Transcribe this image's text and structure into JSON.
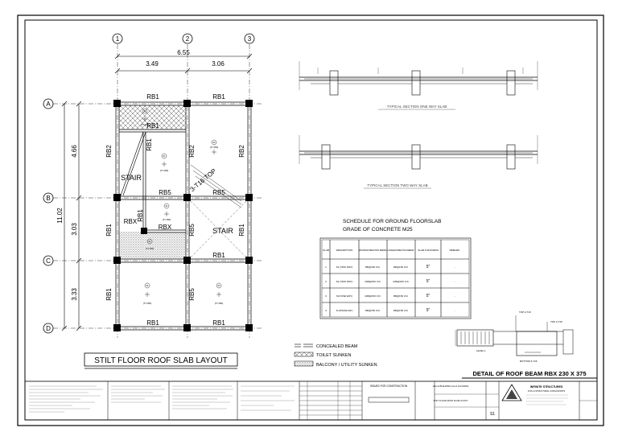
{
  "grid": {
    "columns": [
      "1",
      "2",
      "3"
    ],
    "rows": [
      "A",
      "B",
      "C",
      "D"
    ],
    "overall_width": "6.55",
    "bay_widths": [
      "3.49",
      "3.06"
    ],
    "overall_height": "11.02",
    "bay_heights": [
      "4.66",
      "3.03",
      "3.33"
    ]
  },
  "beams": {
    "rb1_labels": [
      "RB1",
      "RB1",
      "RB1",
      "RB1",
      "RB1",
      "RB1",
      "RB1",
      "RB1",
      "RB1",
      "RB1"
    ],
    "rb2_labels": [
      "RB2",
      "RB2",
      "RB2"
    ],
    "rb5_labels": [
      "RB5",
      "RB5",
      "RB5",
      "RB5"
    ],
    "rbx_labels": [
      "RBX",
      "RBX"
    ],
    "bottom_mid": "RB1"
  },
  "plan_text": {
    "stair_left": "STAIR",
    "stair_right": "STAIR",
    "top_bars": "3-T16 TOP"
  },
  "slab_marks": {
    "s1": "S1",
    "s2": "S2",
    "thickness": "(T=150)"
  },
  "plan_title": "STILT FLOOR ROOF SLAB LAYOUT",
  "legend": {
    "items": [
      {
        "label": "CONCEALED BEAM"
      },
      {
        "label": "TOILET SUNKEN"
      },
      {
        "label": "BALCONY / UTILITY SUNKEN"
      }
    ]
  },
  "sections": {
    "one_way": "TYPICAL SECTION ONE WAY SLAB",
    "two_way": "TYPICAL SECTION TWO WAY SLAB"
  },
  "schedule": {
    "title_line1": "SCHEDULE FOR GROUND FLOORSLAB",
    "title_line2": "GRADE OF CONCRETE M25",
    "headers": [
      "SLAB",
      "DESCRIPTION",
      "SHORTER DIRECTION REBAR",
      "LONGER DIRECTION REBAR",
      "SLAB THICKNESS",
      "REMARK"
    ],
    "rows": [
      [
        "1",
        "S1 (TWO WAY)",
        "8Φ@150 C/C",
        "8Φ@150 C/C",
        "5\"",
        "-"
      ],
      [
        "2",
        "S2 (TWO WAY)",
        "10Φ@150 C/C",
        "10Φ@150 C/C",
        "5\"",
        "-"
      ],
      [
        "3",
        "S3 (ONE WAY)",
        "10Φ@150 C/C",
        "8Φ@150 C/C",
        "5\"",
        "-"
      ],
      [
        "4",
        "S4 (DOUBLE WAY)",
        "8Φ@150 C/C",
        "8Φ@150 C/C",
        "5\"",
        "-"
      ]
    ]
  },
  "beam_detail": {
    "title": "DETAIL OF ROOF BEAM RBX 230 X 375",
    "labels": [
      "TOP 2-T16",
      "TOP 2-T16",
      "BOTTOM 3-T16",
      "LEVEL 1"
    ]
  },
  "title_block": {
    "status": "ISSUED FOR CONSTRUCTION",
    "firm": "INFINITE STRUCTURES",
    "firm_sub": "CIVIL & STRUCTURAL CONSULTANTS",
    "project": "VILLA BUILDING (G+2 FLOORS)",
    "drawing": "STILT FLOOR ROOF SLAB LAYOUT",
    "sheet": "S1"
  },
  "colors": {
    "line": "#000000",
    "hatch": "#777777",
    "paper": "#ffffff"
  }
}
